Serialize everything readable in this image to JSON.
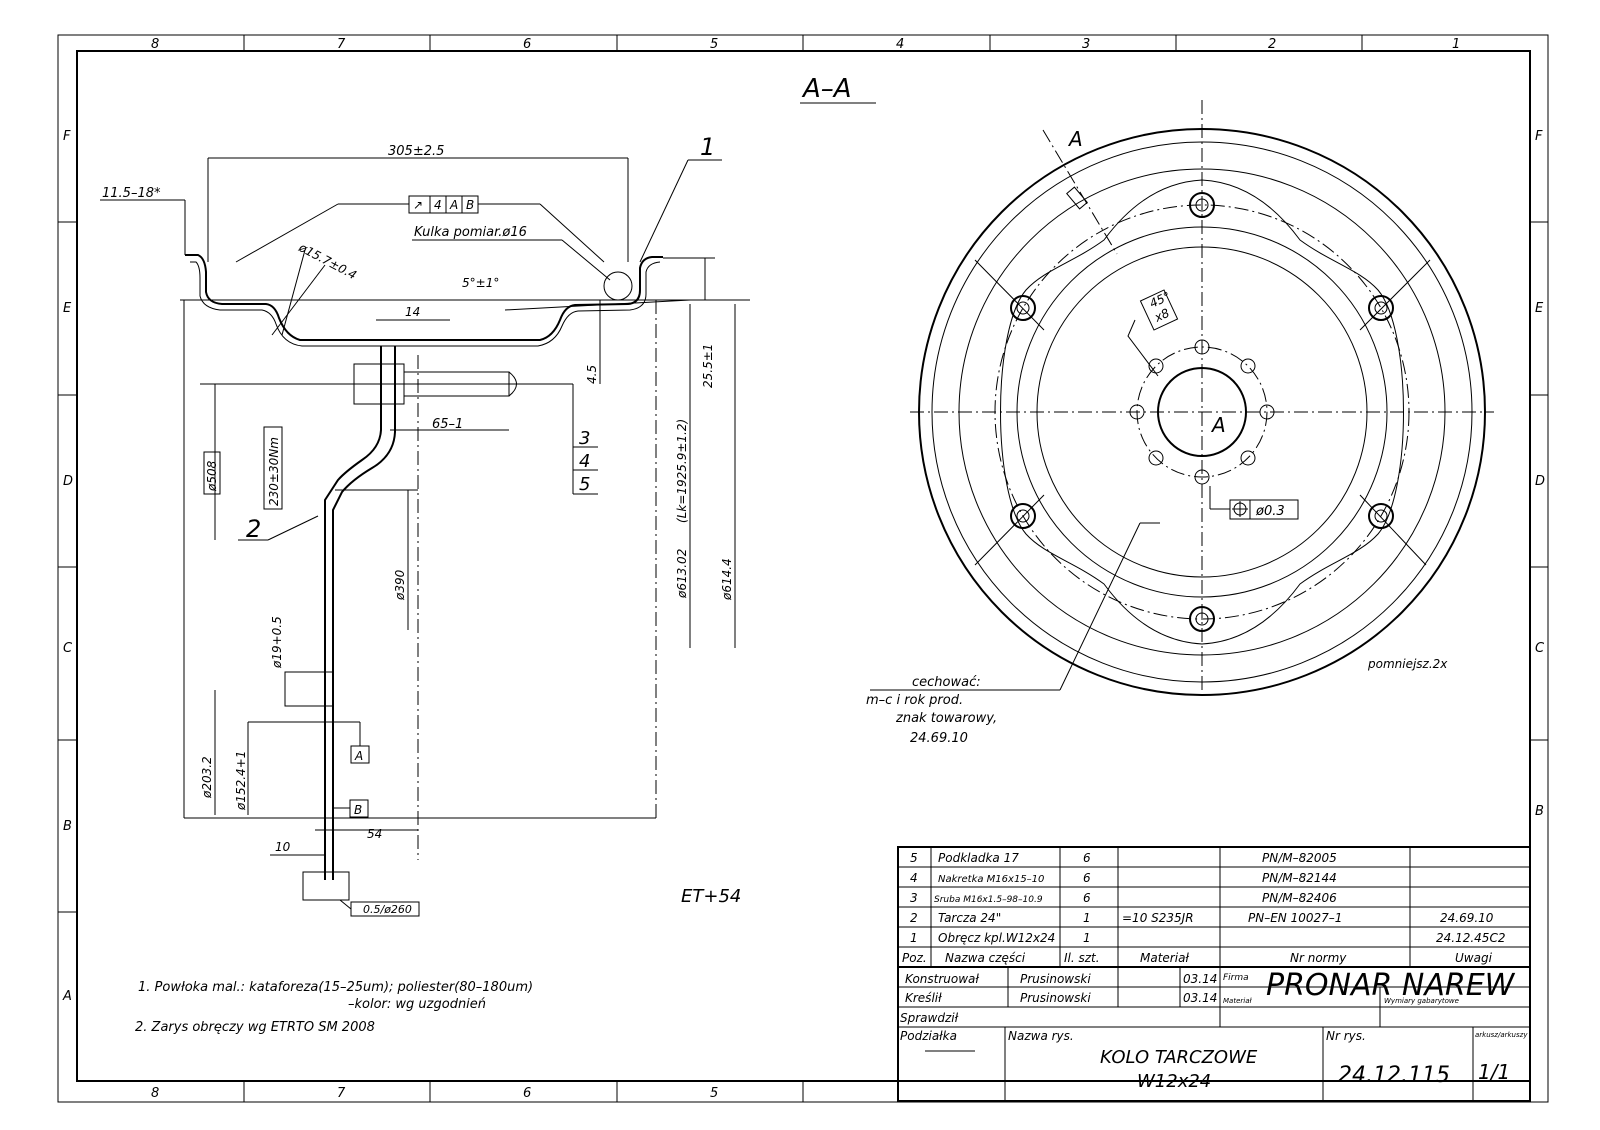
{
  "section_title": "A–A",
  "section_mark_left": "A",
  "section_mark_center": "A",
  "grid_columns": [
    "8",
    "7",
    "6",
    "5",
    "4",
    "3",
    "2",
    "1"
  ],
  "grid_columns_bottom": [
    "8",
    "7",
    "6",
    "5"
  ],
  "grid_rows": [
    "F",
    "E",
    "D",
    "C",
    "B",
    "A"
  ],
  "dimensions": {
    "d305": "305±2.5",
    "d11": "11.5–18*",
    "tol_sym": "↗",
    "tol_val": "4",
    "tol_a": "A",
    "tol_b": "B",
    "kulka": "Kulka pomiar.ø16",
    "d157": "ø15.7±0.4",
    "ang5": "5°±1°",
    "d14": "14",
    "d45": "4.5",
    "d255": "25.5±1",
    "d508": "ø508",
    "torque": "230±30Nm",
    "d65": "65–1",
    "d390": "ø390",
    "d61302": "ø613.02",
    "lk": "(Lk=1925.9±1.2)",
    "d6144": "ø614.4",
    "d19": "ø19+0.5",
    "d2032": "ø203.2",
    "d1524": "ø152.4+1",
    "d54": "54",
    "d10": "10",
    "flat": "0.5/ø260",
    "datumA": "A",
    "datumB": "B",
    "pos_tol": "ø0.3",
    "angle_box_1": "45°",
    "angle_box_2": "x8",
    "et": "ET+54"
  },
  "callouts": {
    "c1": "1",
    "c2": "2",
    "c3": "3",
    "c4": "4",
    "c5": "5"
  },
  "marking_note": {
    "l1": "cechować:",
    "l2": "m–c i rok prod.",
    "l3": "znak towarowy,",
    "l4": "24.69.10"
  },
  "scale_note": "pomniejsz.2x",
  "notes": {
    "n1a": "1. Powłoka mal.:  kataforeza(15–25um);  poliester(80–180um)",
    "n1b": "–kolor:  wg uzgodnień",
    "n2": "2. Zarys obręczy wg ETRTO SM 2008"
  },
  "parts_list": [
    {
      "poz": "5",
      "name": "Podkladka 17",
      "qty": "6",
      "material": "",
      "norm": "PN/M–82005",
      "remarks": ""
    },
    {
      "poz": "4",
      "name": "Nakretka M16x15–10",
      "qty": "6",
      "material": "",
      "norm": "PN/M–82144",
      "remarks": ""
    },
    {
      "poz": "3",
      "name": "Sruba M16x1.5–98–10.9",
      "qty": "6",
      "material": "",
      "norm": "PN/M–82406",
      "remarks": ""
    },
    {
      "poz": "2",
      "name": "Tarcza 24\"",
      "qty": "1",
      "material": "=10   S235JR",
      "norm": "PN–EN 10027–1",
      "remarks": "24.69.10"
    },
    {
      "poz": "1",
      "name": "Obręcz kpl.W12x24",
      "qty": "1",
      "material": "",
      "norm": "",
      "remarks": "24.12.45C2"
    }
  ],
  "parts_header": {
    "poz": "Poz.",
    "name": "Nazwa części",
    "qty": "Il. szt.",
    "material": "Materiał",
    "norm": "Nr normy",
    "remarks": "Uwagi"
  },
  "title_block": {
    "konstruowal_label": "Konstruował",
    "konstruowal_name": "Prusinowski",
    "konstruowal_date": "03.14",
    "kreslil_label": "Kreślił",
    "kreslil_name": "Prusinowski",
    "kreslil_date": "03.14",
    "sprawdzil_label": "Sprawdził",
    "podzialka_label": "Podziałka",
    "firma_label": "Firma",
    "firma": "PRONAR NAREW",
    "material_label": "Materiał",
    "wymiary_label": "Wymiary gabarytowe",
    "nazwa_label": "Nazwa rys.",
    "name1": "KOLO TARCZOWE",
    "name2": "W12x24",
    "nr_label": "Nr rys.",
    "nr": "24.12.115",
    "sheet_label": "arkusz/arkuszy",
    "sheet": "1/1"
  }
}
